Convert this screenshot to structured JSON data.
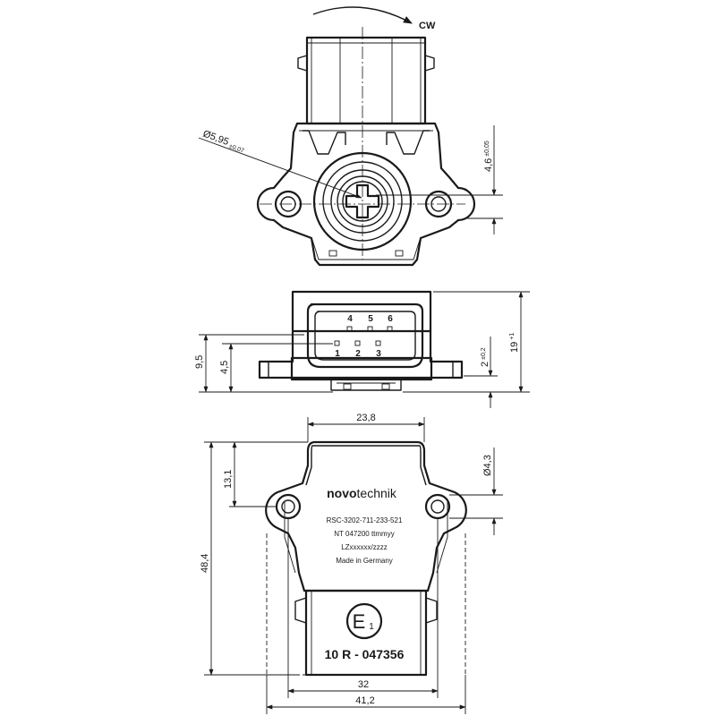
{
  "rotation": {
    "label": "CW"
  },
  "top_view": {
    "bore_diameter": {
      "value": "Ø5,95",
      "tolerance": "±0,07"
    },
    "axis_offset": {
      "value": "4,6",
      "tolerance": "±0,05"
    }
  },
  "side_view": {
    "pins_top": [
      "4",
      "5",
      "6"
    ],
    "pins_bottom": [
      "1",
      "2",
      "3"
    ],
    "dim_9_5": "9,5",
    "dim_4_5": "4,5",
    "dim_2": {
      "value": "2",
      "tolerance": "±0,2"
    },
    "dim_19": {
      "value": "19",
      "tolerance": "+1"
    }
  },
  "front_view": {
    "dim_width_top": "23,8",
    "dim_height_13_1": "13,1",
    "dim_hole": "Ø4,3",
    "dim_height_48_4": "48,4",
    "dim_width_32": "32",
    "dim_width_41_2": "41,2",
    "brand_bold": "novo",
    "brand_light": "technik",
    "label_lines": [
      "RSC-3202-711-233-521",
      "NT 047200  ttmmyy",
      "LZxxxxxx/zzzz",
      "Made in Germany"
    ],
    "approval_mark": {
      "letter": "E",
      "number": "1"
    },
    "approval_code": "10 R - 047356"
  }
}
